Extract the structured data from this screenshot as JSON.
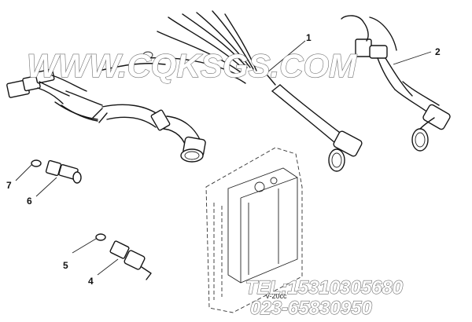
{
  "callouts": [
    {
      "num": "1"
    },
    {
      "num": "2"
    },
    {
      "num": "4"
    },
    {
      "num": "5"
    },
    {
      "num": "6"
    },
    {
      "num": "7"
    }
  ],
  "watermark": {
    "site": "WWW.CQKSGS.COM",
    "tel": "TEL:15310305680",
    "phone": "023-65830950"
  },
  "figure_code": "v-20cc"
}
